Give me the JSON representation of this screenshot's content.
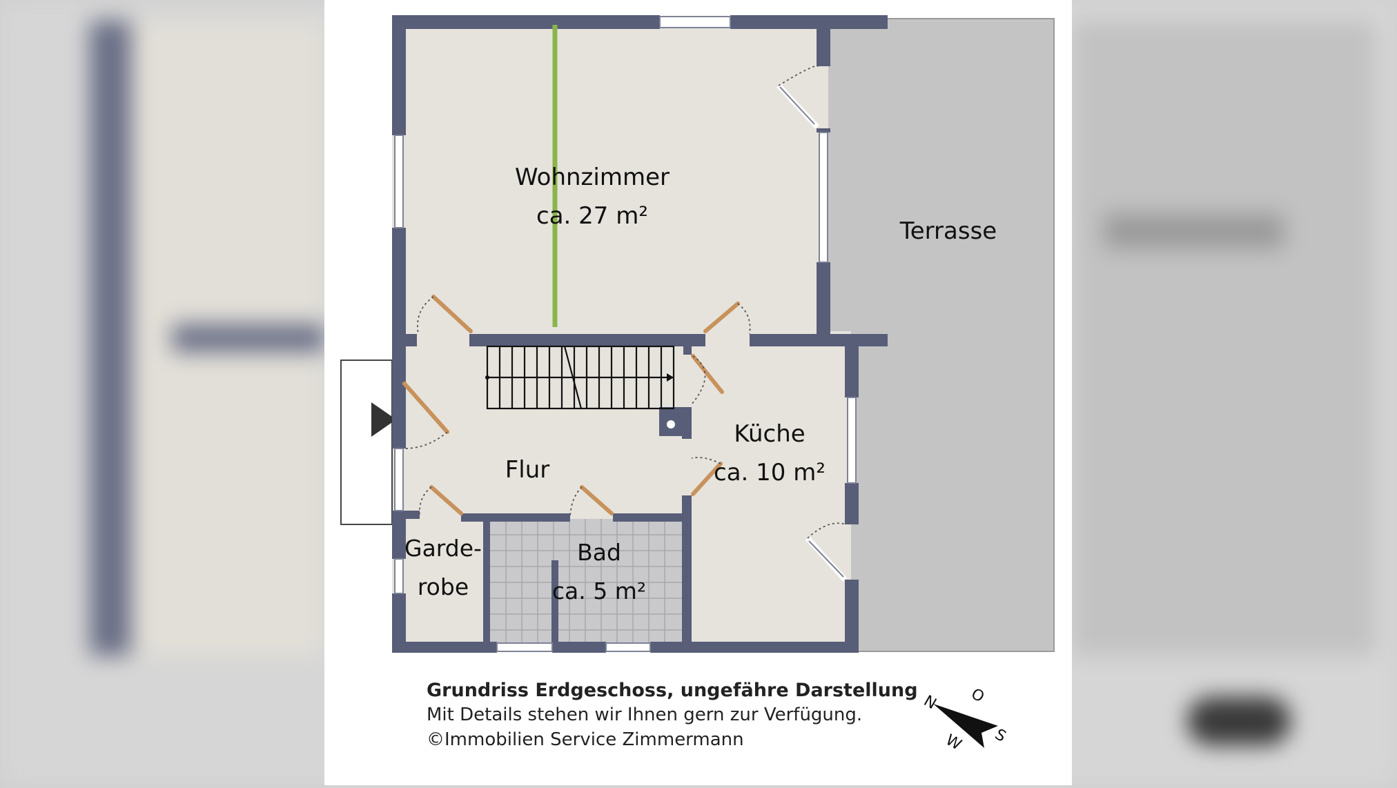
{
  "rooms": {
    "wohnzimmer": {
      "name": "Wohnzimmer",
      "area": "ca. 27 m²"
    },
    "terrasse": {
      "name": "Terrasse"
    },
    "kueche": {
      "name": "Küche",
      "area": "ca. 10 m²"
    },
    "flur": {
      "name": "Flur"
    },
    "garderobe": {
      "name_line1": "Garde-",
      "name_line2": "robe"
    },
    "bad": {
      "name": "Bad",
      "area": "ca. 5 m²"
    }
  },
  "caption": {
    "title": "Grundriss Erdgeschoss, ungefähre Darstellung",
    "line1": "Mit Details stehen wir Ihnen gern zur Verfügung.",
    "line2": "©Immobilien Service Zimmermann"
  },
  "compass": {
    "north": "N",
    "east": "O",
    "south": "S",
    "west": "W"
  },
  "colors": {
    "wall": "#585d78",
    "floor": "#e6e3dc",
    "terrace": "#c4c4c4",
    "tile": "#c9c9cc",
    "door": "#c8925c",
    "chimney": "#8ab54a"
  }
}
